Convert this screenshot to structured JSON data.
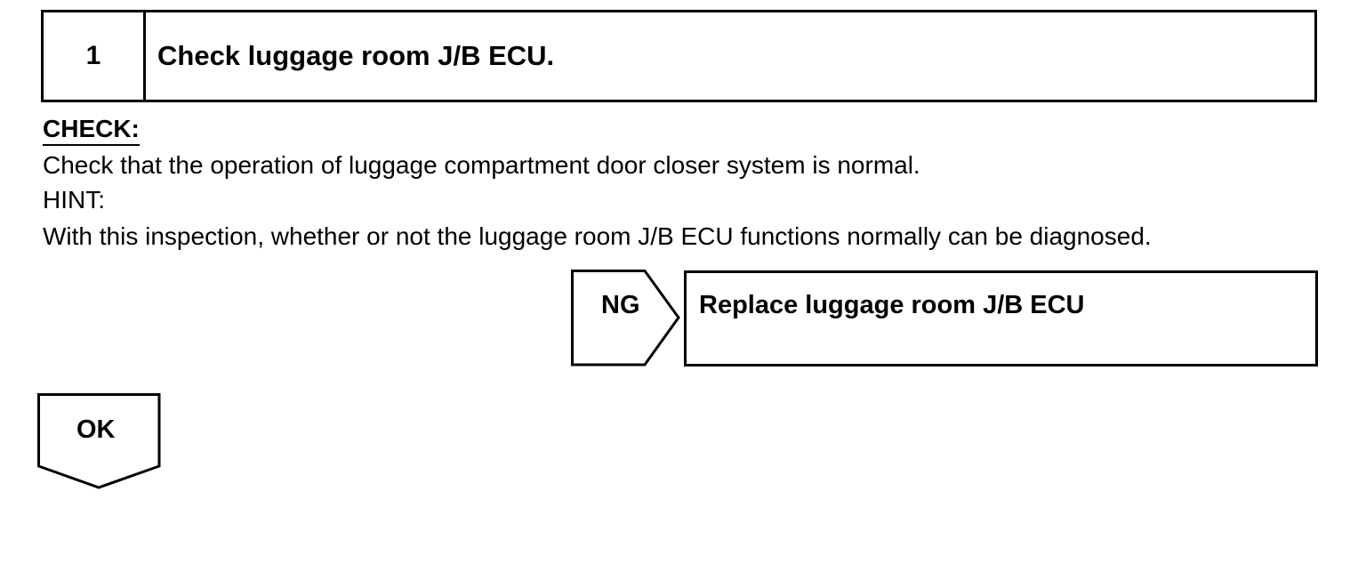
{
  "step": {
    "number": "1",
    "title": "Check luggage room J/B ECU."
  },
  "check": {
    "label": "CHECK:",
    "text": "Check that the operation of luggage compartment door closer system is normal."
  },
  "hint": {
    "label": "HINT:",
    "text": "With this inspection, whether or not the luggage room J/B ECU functions normally can be diagnosed."
  },
  "ng": {
    "label": "NG",
    "result": "Replace luggage room J/B ECU"
  },
  "ok": {
    "label": "OK"
  }
}
